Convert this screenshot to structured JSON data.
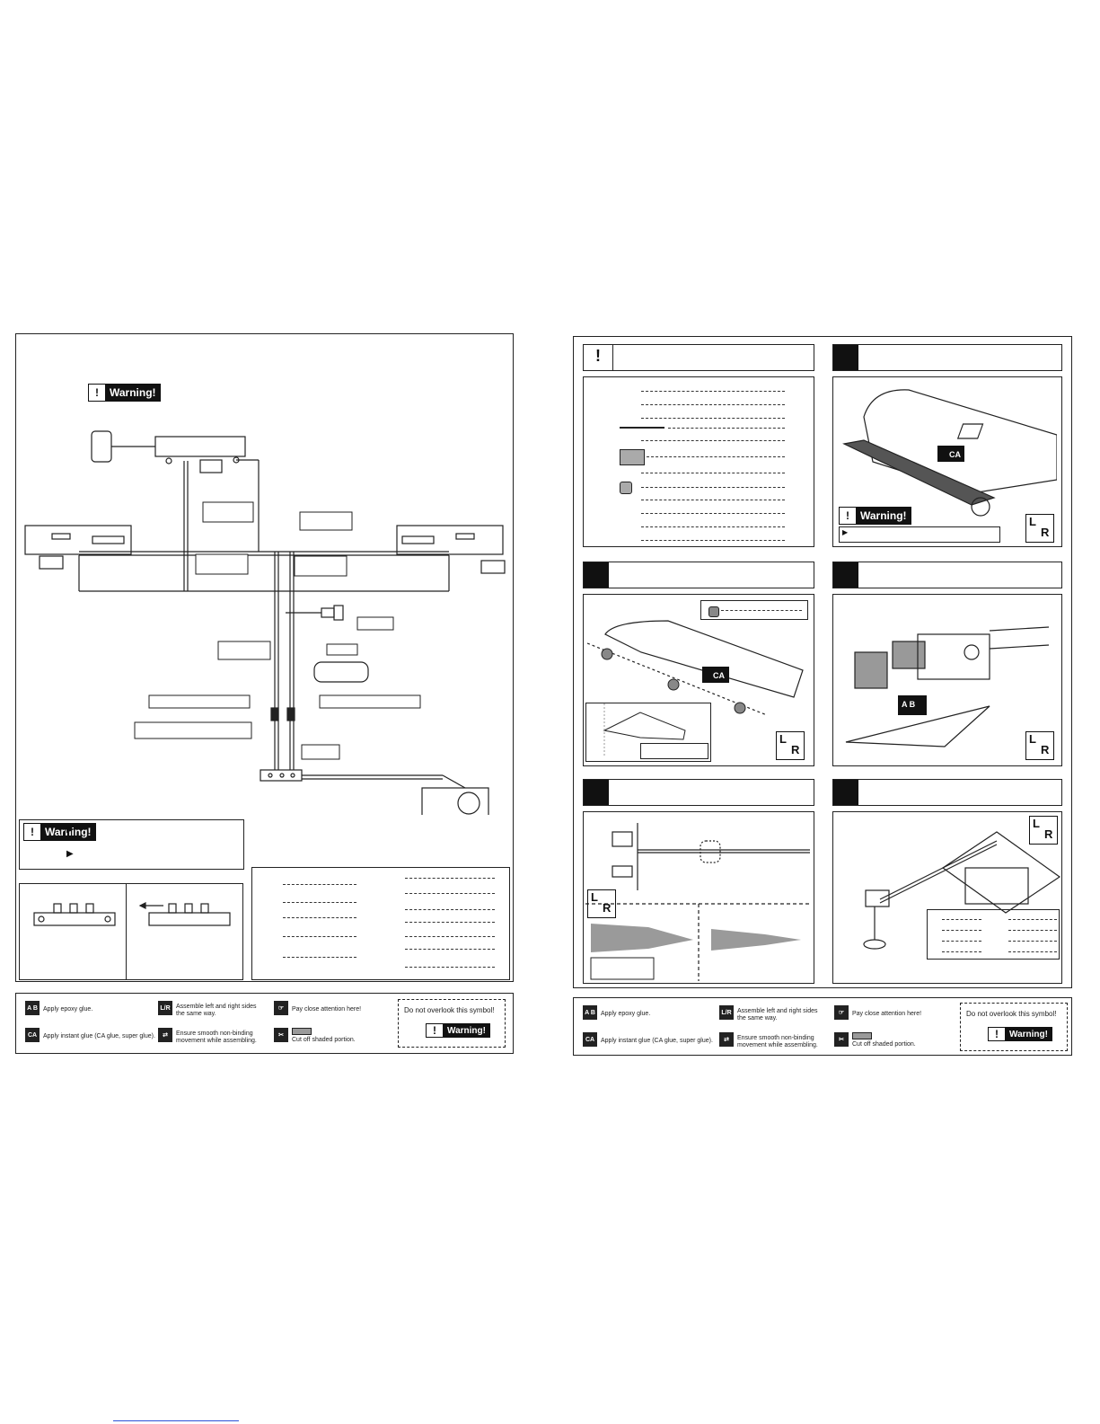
{
  "warning_label": "Warning!",
  "legend": {
    "epoxy": "Apply epoxy glue.",
    "ca": "Apply instant glue (CA glue, super glue).",
    "lr": "Assemble left and right sides the same way.",
    "smooth": "Ensure smooth non-binding movement while assembling.",
    "attention": "Pay close attention here!",
    "cut": "Cut off shaded portion.",
    "overlook": "Do not overlook this symbol!"
  },
  "icons": {
    "epoxy_label": "A B",
    "ca_label": "CA",
    "lr_left": "L",
    "lr_right": "R",
    "warning_symbol": "!"
  },
  "colors": {
    "ink": "#111111",
    "page": "#ffffff",
    "shade": "#9a9a9a"
  }
}
